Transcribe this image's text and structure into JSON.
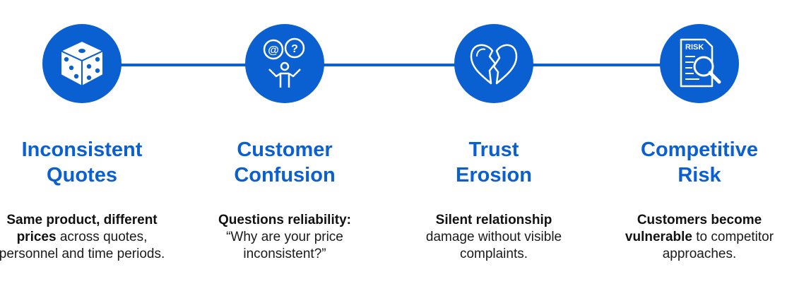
{
  "colors": {
    "accent": "#0a5fd1",
    "text": "#1a1a1a"
  },
  "steps": [
    {
      "icon": "dice-icon",
      "title_line1": "Inconsistent",
      "title_line2": "Quotes",
      "desc_bold": "Same product, different prices",
      "desc_rest": " across quotes, personnel and time periods."
    },
    {
      "icon": "confused-person-icon",
      "title_line1": "Customer",
      "title_line2": "Confusion",
      "desc_bold": "Questions reliability:",
      "desc_rest": " “Why are your price inconsistent?”",
      "icon_text_left": "@",
      "icon_text_right": "?"
    },
    {
      "icon": "broken-heart-icon",
      "title_line1": "Trust",
      "title_line2": "Erosion",
      "desc_bold": "Silent relationship",
      "desc_rest": " damage without visible complaints."
    },
    {
      "icon": "risk-document-icon",
      "title_line1": "Competitive",
      "title_line2": "Risk",
      "desc_bold_prefix": "Customers become",
      "desc_bold": "vulnerable",
      "desc_rest": " to competitor approaches.",
      "icon_label": "RISK"
    }
  ]
}
